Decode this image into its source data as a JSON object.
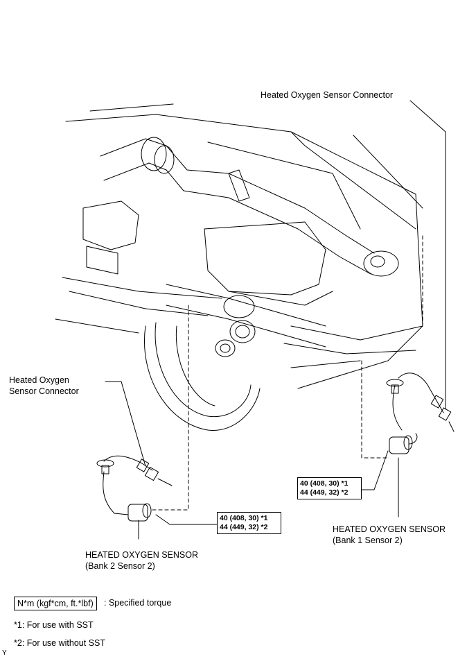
{
  "labels": {
    "top_connector": "Heated Oxygen Sensor Connector",
    "left_connector_line1": "Heated Oxygen",
    "left_connector_line2": "Sensor Connector",
    "right_sensor_line1": "HEATED OXYGEN SENSOR",
    "right_sensor_line2": "(Bank 1 Sensor 2)",
    "left_sensor_line1": "HEATED OXYGEN SENSOR",
    "left_sensor_line2": "(Bank 2 Sensor 2)"
  },
  "torque": {
    "right_line1": "40 (408, 30) *1",
    "right_line2": "44 (449, 32) *2",
    "left_line1": "40 (408, 30) *1",
    "left_line2": "44 (449, 32) *2"
  },
  "legend": {
    "unit_box": "N*m (kgf*cm, ft.*lbf)",
    "unit_desc": ": Specified torque",
    "note1": "*1: For use with SST",
    "note2": "*2: For use without SST",
    "corner_mark": "Y"
  }
}
